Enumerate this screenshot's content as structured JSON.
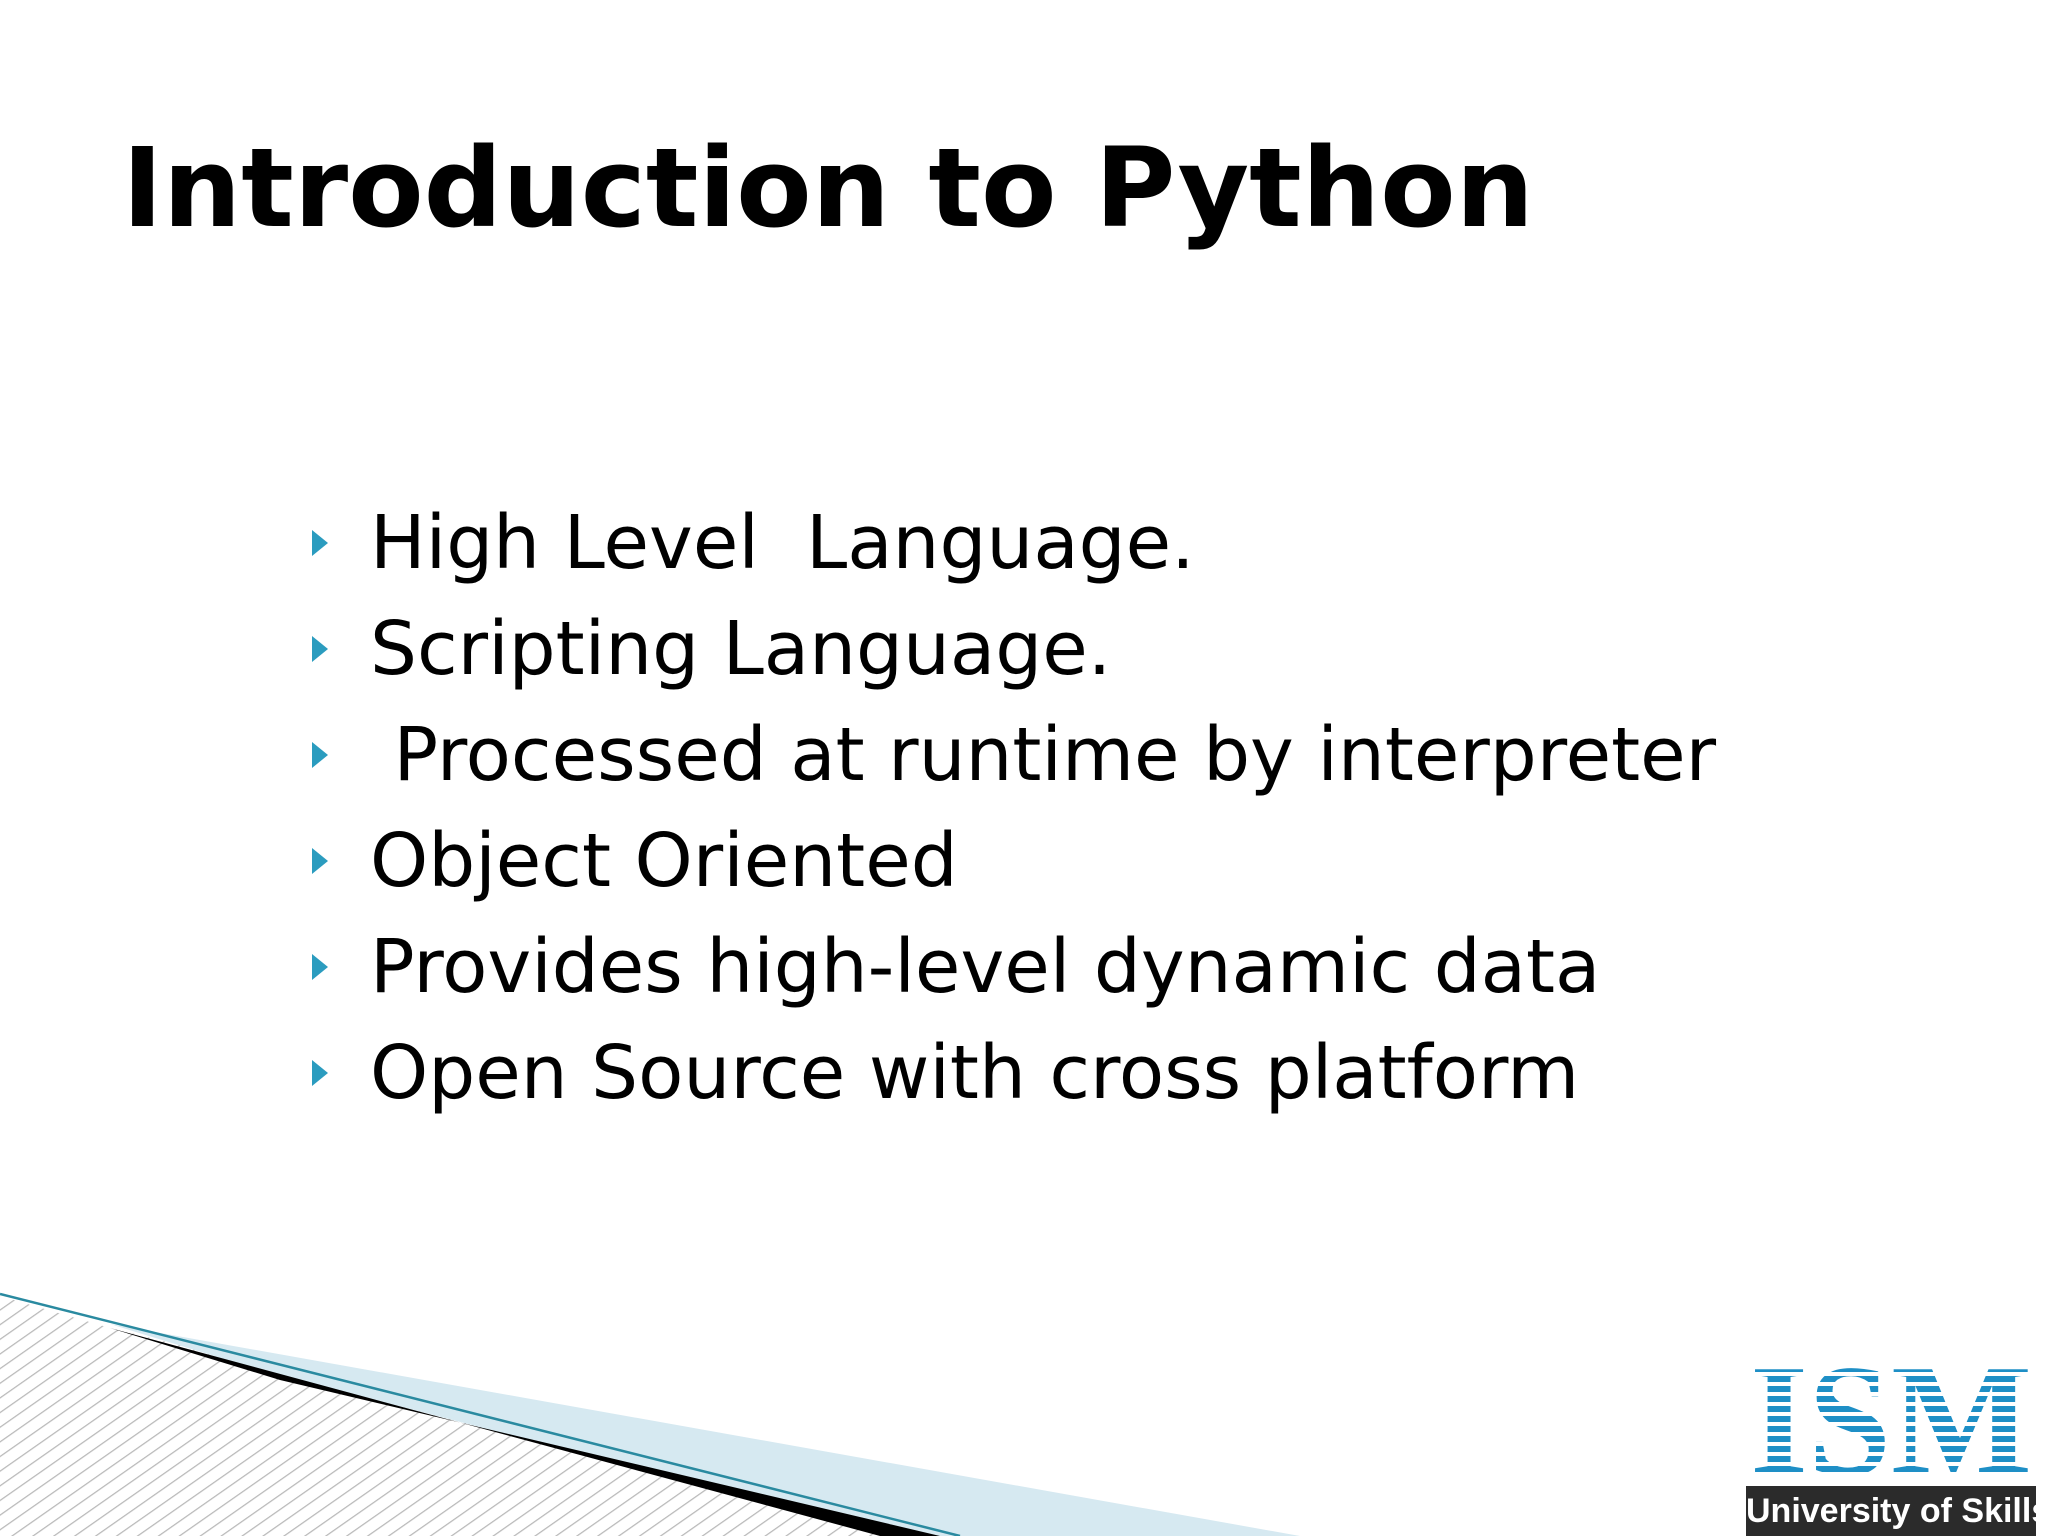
{
  "slide": {
    "title": "Introduction to Python",
    "bullets": [
      {
        "text": "High Level  Language."
      },
      {
        "text": "Scripting Language."
      },
      {
        "text": " Processed at runtime by interpreter"
      },
      {
        "text": "Object Oriented"
      },
      {
        "text": "Provides high-level dynamic data"
      },
      {
        "text": "Open Source with cross platform"
      }
    ],
    "bullet_icon": "triangle-right-icon"
  },
  "logo": {
    "letters": "ISM",
    "caption": "University of Skills"
  },
  "colors": {
    "bullet": "#2b9cbf",
    "logo_blue": "#1e8fc6",
    "logo_caption_bg": "#2b2b2b",
    "accent_light_blue": "#d6e9f1",
    "accent_teal": "#2a8aa0",
    "text": "#000000"
  }
}
